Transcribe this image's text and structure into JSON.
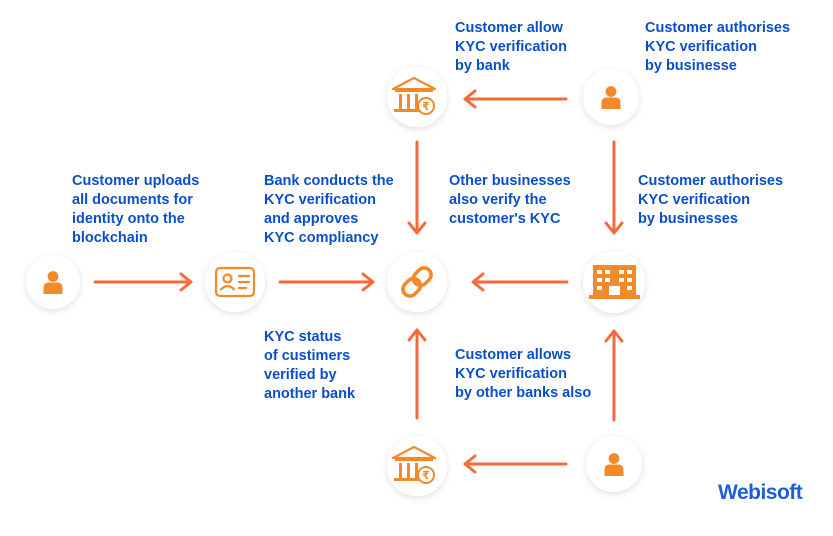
{
  "colors": {
    "accent": "#f46a3a",
    "icon_orange": "#f28a2a",
    "circle_fill": "#ffffff",
    "text_blue": "#0b4fc8",
    "brand_blue": "#1f5fd6"
  },
  "nodes": {
    "customer_start": {
      "icon": "person-icon"
    },
    "id_card": {
      "icon": "id-card-icon"
    },
    "chain": {
      "icon": "chain-link-icon"
    },
    "business": {
      "icon": "building-icon"
    },
    "bank_top": {
      "icon": "bank-rupee-icon"
    },
    "bank_bottom": {
      "icon": "bank-rupee-icon"
    },
    "customer_top": {
      "icon": "person-icon"
    },
    "customer_bottom": {
      "icon": "person-icon"
    }
  },
  "labels": {
    "customer_uploads": "Customer uploads\nall documents for\nidentity onto the\nblockchain",
    "bank_conducts": "Bank conducts the\nKYC verification\nand approves\nKYC compliancy",
    "kyc_status": "KYC status\nof custimers\nverified by\nanother bank",
    "other_businesses": "Other businesses\nalso verify the\ncustomer's KYC",
    "customer_allows_banks": "Customer allows\nKYC verification\nby other banks also",
    "customer_allow_bank": "Customer allow\nKYC verification\nby bank",
    "customer_authorises_businesse": "Customer authorises\nKYC verification\nby businesse",
    "customer_authorises_businesses": "Customer authorises\nKYC verification\nby businesses"
  },
  "brand": {
    "logo_text": "Webisoft"
  }
}
